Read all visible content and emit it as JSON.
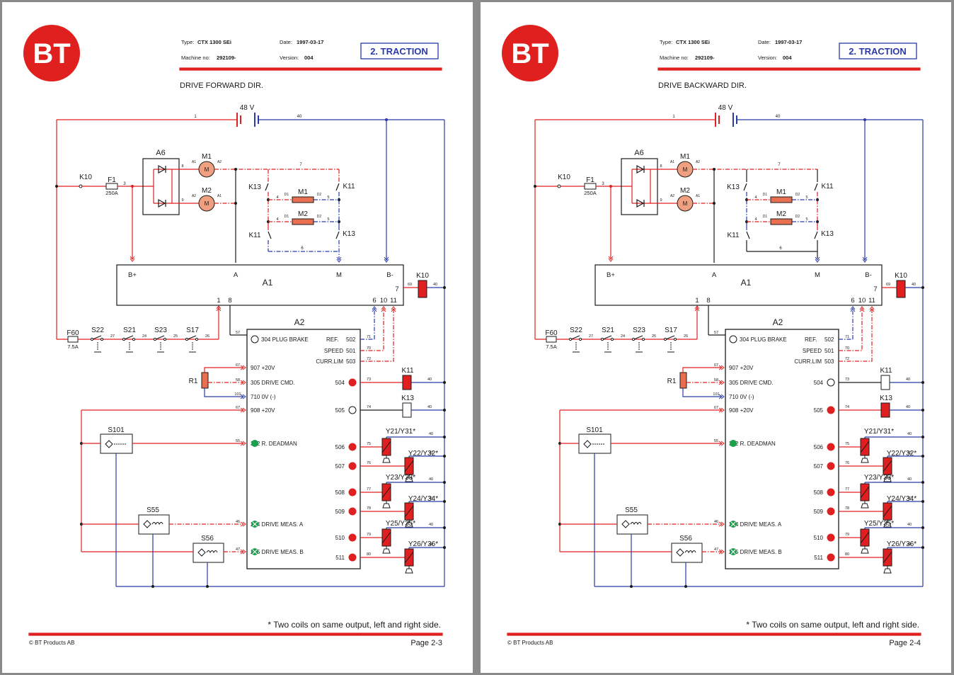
{
  "colors": {
    "red": "#e02020",
    "blue": "#2a3aa8",
    "black": "#1a1a1a",
    "brand": "#e0201e",
    "green": "#1aa04a"
  },
  "pages": [
    {
      "logo": "BT",
      "type_label": "Type:",
      "type_value": "CTX 1300 SEi",
      "date_label": "Date:",
      "date_value": "1997-03-17",
      "machine_label": "Machine no:",
      "machine_value": "292109-",
      "version_label": "Version:",
      "version_value": "004",
      "section": "2. TRACTION",
      "subtitle": "DRIVE FORWARD DIR.",
      "footnote": "* Two coils on same output, left and right side.",
      "copyright": "© BT Products AB",
      "page_no": "Page 2-3",
      "k11_active": true,
      "k13_active": false
    },
    {
      "logo": "BT",
      "type_label": "Type:",
      "type_value": "CTX 1300 SEi",
      "date_label": "Date:",
      "date_value": "1997-03-17",
      "machine_label": "Machine no:",
      "machine_value": "292109-",
      "version_label": "Version:",
      "version_value": "004",
      "section": "2. TRACTION",
      "subtitle": "DRIVE BACKWARD DIR.",
      "footnote": "* Two coils on same output, left and right side.",
      "copyright": "© BT Products AB",
      "page_no": "Page 2-4",
      "k11_active": false,
      "k13_active": true
    }
  ],
  "diagram": {
    "battery": "48 V",
    "wire_1": "1",
    "wire_40": "40",
    "wire_3": "3",
    "wire_7": "7",
    "wire_6": "6",
    "k10": "K10",
    "f1": "F1",
    "f1_rating": "250A",
    "a6": "A6",
    "m1": "M1",
    "m2": "M2",
    "motor": "M",
    "a1_pin": "A1",
    "a2_pin": "A2",
    "pin_8": "8",
    "pin_9": "9",
    "k13": "K13",
    "k11": "K11",
    "d1": "D1",
    "d2": "D2",
    "n4": "4",
    "n5": "5",
    "a1": "A1",
    "a1_terms": [
      "B+",
      "A",
      "M",
      "B-"
    ],
    "a1_pins_left": [
      "1",
      "8"
    ],
    "a1_pins_right": [
      "6",
      "10",
      "11"
    ],
    "a1_pin_7": "7",
    "w69": "69",
    "a2": "A2",
    "f60": "F60",
    "f60_rating": "7.5A",
    "switches": [
      "S22",
      "S21",
      "S23",
      "S17"
    ],
    "switch_wires": [
      "27",
      "24",
      "25",
      "26"
    ],
    "w57": "57",
    "a2_top": [
      {
        "label": "304 PLUG BRAKE",
        "ref_label": "REF.",
        "ref": "502",
        "wire": "71"
      },
      {
        "label": "SPEED",
        "ref": "501",
        "wire": "70"
      },
      {
        "label": "CURR.LIM",
        "ref": "503",
        "wire": "72"
      }
    ],
    "a2_inputs": [
      {
        "label": "907  +20V",
        "wire": "67"
      },
      {
        "label": "305  DRIVE CMD.",
        "wire": "58"
      },
      {
        "label": "710   0V (-)",
        "wire": "101"
      },
      {
        "label": "908  +20V",
        "wire": "67"
      },
      {
        "label": "302  R. DEADMAN",
        "wire": "55"
      },
      {
        "label": "204 DRIVE  MEAS. A",
        "wire": "46"
      },
      {
        "label": "205 DRIVE  MEAS. B",
        "wire": "47"
      }
    ],
    "r1": "R1",
    "s101": "S101",
    "s55": "S55",
    "s56": "S56",
    "outputs": [
      {
        "pin": "504",
        "wire": "73"
      },
      {
        "pin": "505",
        "wire": "74"
      },
      {
        "pin": "506",
        "wire": "75"
      },
      {
        "pin": "507",
        "wire": "76"
      },
      {
        "pin": "508",
        "wire": "77"
      },
      {
        "pin": "509",
        "wire": "78"
      },
      {
        "pin": "510",
        "wire": "79"
      },
      {
        "pin": "511",
        "wire": "80"
      }
    ],
    "coils": [
      "Y21/Y31*",
      "Y22/Y32*",
      "Y23/Y33*",
      "Y24/Y34*",
      "Y25/Y35*",
      "Y26/Y36*"
    ]
  }
}
